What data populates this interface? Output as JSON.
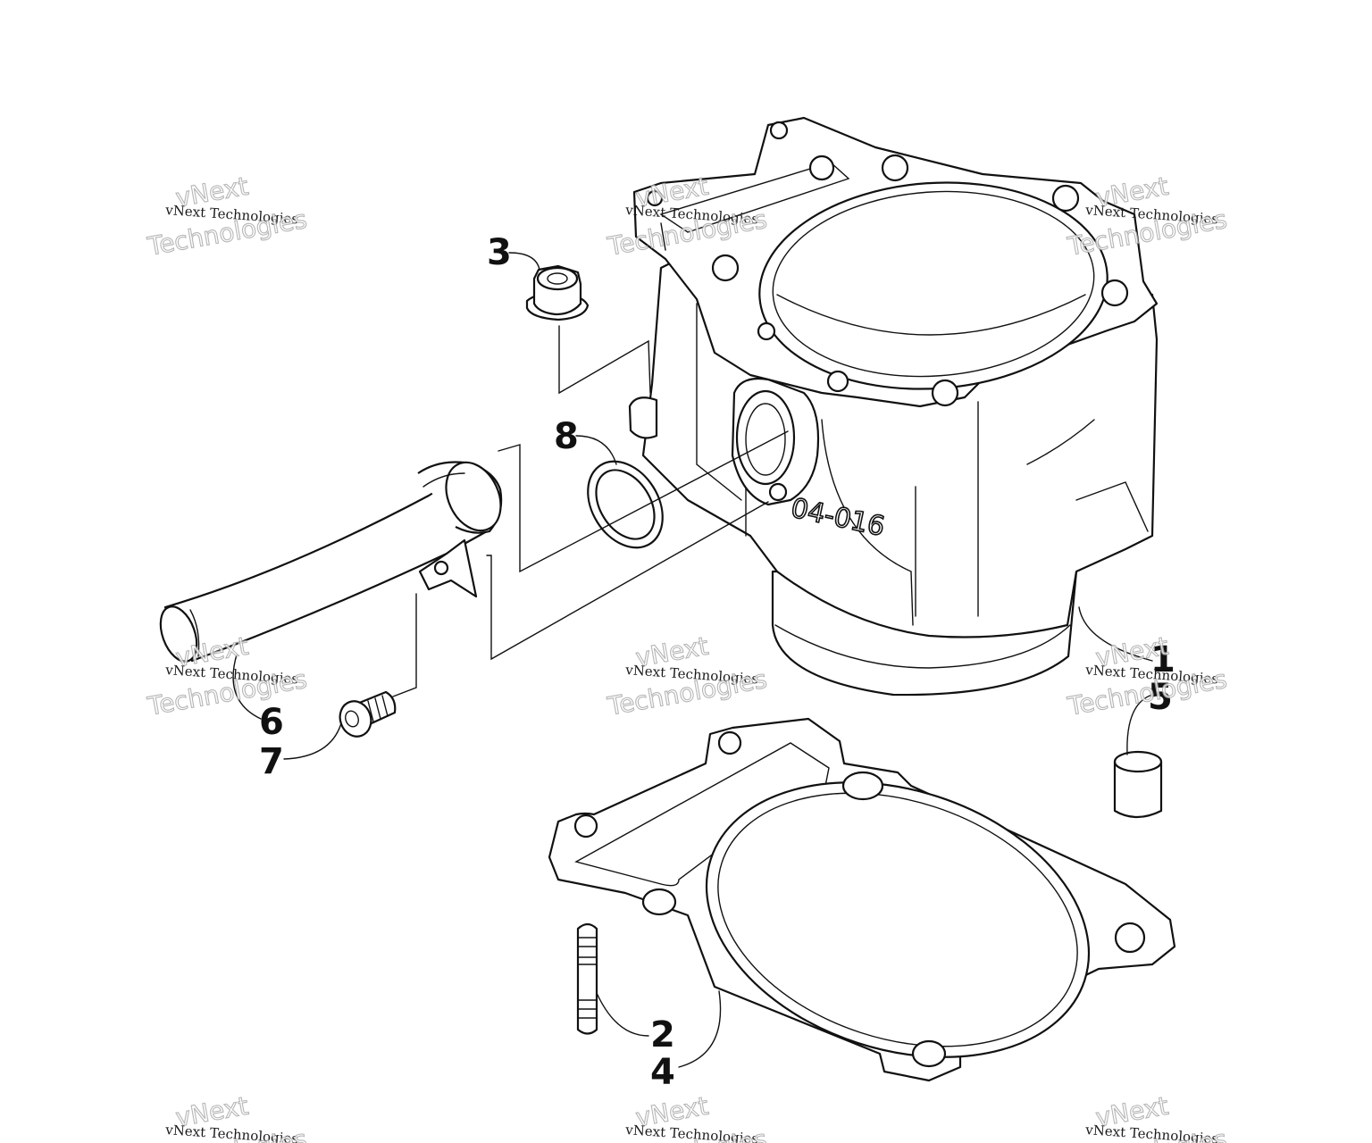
{
  "callouts": {
    "c1": "1",
    "c2": "2",
    "c3": "3",
    "c4": "4",
    "c5": "5",
    "c6": "6",
    "c7": "7",
    "c8": "8"
  },
  "casting_mark": "04-016",
  "watermark": {
    "small": "vNext Technologies",
    "top": "vNext",
    "bottom": "Technologies"
  },
  "colors": {
    "line": "#111111",
    "background": "#ffffff"
  }
}
